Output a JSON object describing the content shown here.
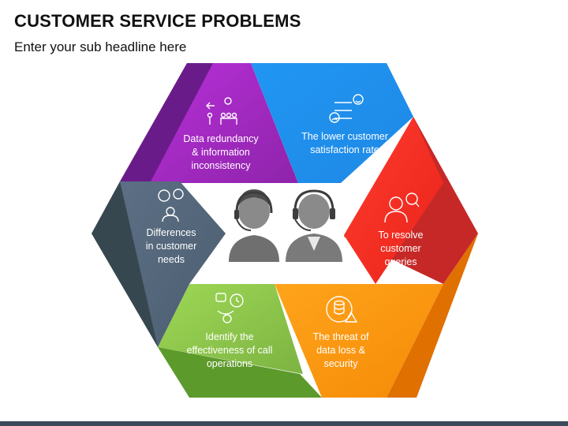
{
  "header": {
    "title": "CUSTOMER SERVICE PROBLEMS",
    "subtitle": "Enter your sub headline here"
  },
  "segments": [
    {
      "text": "Data redundancy\n& information\ninconsistency",
      "color": "#7b1fa2",
      "icon": "data-redundancy-icon"
    },
    {
      "text": "The lower customer\nsatisfaction rate",
      "color": "#1e88e5",
      "icon": "satisfaction-rating-icon"
    },
    {
      "text": "To resolve\ncustomer\nqueries",
      "color": "#e53935",
      "icon": "customer-query-icon"
    },
    {
      "text": "The threat of\ndata loss &\nsecurity",
      "color": "#f57c00",
      "icon": "data-security-icon"
    },
    {
      "text": "Identify the\neffectiveness of call\noperations",
      "color": "#7cb342",
      "icon": "call-operations-icon"
    },
    {
      "text": "Differences\nin customer\nneeds",
      "color": "#455a6e",
      "icon": "customer-needs-icon"
    }
  ],
  "center": {
    "icon": "customer-support-agents-icon"
  }
}
